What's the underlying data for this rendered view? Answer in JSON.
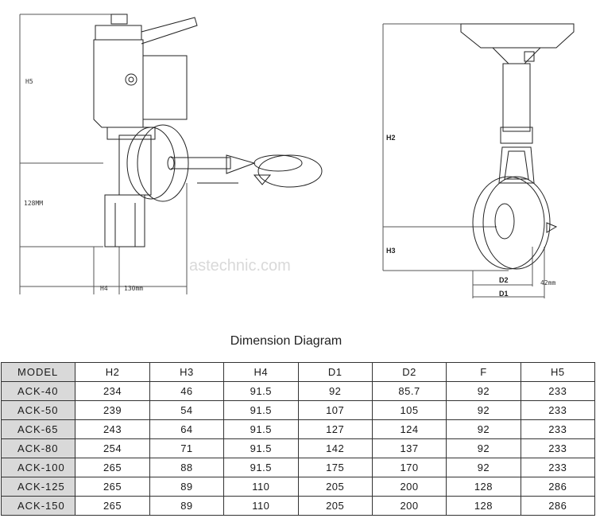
{
  "drawing": {
    "left_labels": {
      "h5": "H5",
      "height_128": "128MM",
      "h4": "H4",
      "width_130": "130mm"
    },
    "right_labels": {
      "h2": "H2",
      "h3": "H3",
      "d2": "D2",
      "d1": "D1",
      "width_42": "42mm"
    },
    "watermark": "astechnic.com"
  },
  "caption": "Dimension Diagram",
  "table": {
    "headers": [
      "MODEL",
      "H2",
      "H3",
      "H4",
      "D1",
      "D2",
      "F",
      "H5"
    ],
    "rows": [
      [
        "ACK-40",
        "234",
        "46",
        "91.5",
        "92",
        "85.7",
        "92",
        "233"
      ],
      [
        "ACK-50",
        "239",
        "54",
        "91.5",
        "107",
        "105",
        "92",
        "233"
      ],
      [
        "ACK-65",
        "243",
        "64",
        "91.5",
        "127",
        "124",
        "92",
        "233"
      ],
      [
        "ACK-80",
        "254",
        "71",
        "91.5",
        "142",
        "137",
        "92",
        "233"
      ],
      [
        "ACK-100",
        "265",
        "88",
        "91.5",
        "175",
        "170",
        "92",
        "233"
      ],
      [
        "ACK-125",
        "265",
        "89",
        "110",
        "205",
        "200",
        "128",
        "286"
      ],
      [
        "ACK-150",
        "265",
        "89",
        "110",
        "205",
        "200",
        "128",
        "286"
      ]
    ]
  }
}
